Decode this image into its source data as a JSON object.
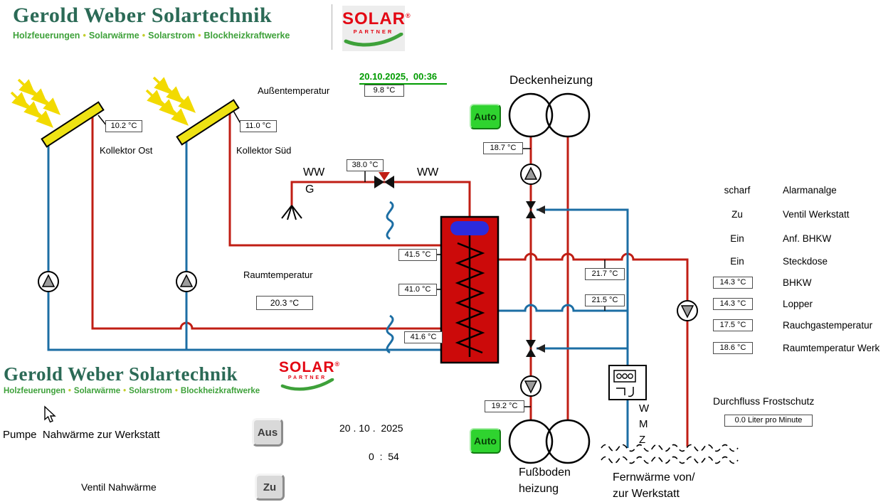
{
  "colors": {
    "pipe-hot": "#c01e14",
    "pipe-cold": "#1c6ea4",
    "tank-fill": "#cc0a0a",
    "tank-top": "#2b2bdd",
    "collector": "#eee214",
    "ray": "#f2da00",
    "auto-green": "#2fd32f",
    "logo-green": "#2b6a56",
    "tagline-green": "#3ea13a",
    "bullet-yellow": "#c2ce2c",
    "solar-red": "#e30613",
    "datetime-green": "#009b00",
    "pump-gray": "#9c9c9c"
  },
  "logo": {
    "title": "Gerold Weber Solartechnik",
    "tagline": [
      "Holzfeuerungen",
      "Solarwärme",
      "Solarstrom",
      "Blockheizkraftwerke"
    ],
    "bullet": "•"
  },
  "solar_logo": {
    "name": "SOLAR",
    "reg": "®",
    "partner": "PARTNER"
  },
  "header": {
    "datetime": "20.10.2025,  00:36"
  },
  "labels": {
    "aussentemperatur": "Außentemperatur",
    "deckenheizung": "Deckenheizung",
    "kollektor_ost": "Kollektor Ost",
    "kollektor_sued": "Kollektor Süd",
    "ww_left": "WW",
    "g": "G",
    "ww_right": "WW",
    "raumtemperatur": "Raumtemperatur",
    "pumpe_nahwaerme": "Pumpe  Nahwärme zur Werkstatt",
    "ventil_nahwaerme": "Ventil Nahwärme",
    "fussboden_1": "Fußboden",
    "fussboden_2": "heizung",
    "fernwaerme_1": "Fernwärme von/",
    "fernwaerme_2": "zur Werkstatt",
    "durchfluss": "Durchfluss Frostschutz",
    "wmz_w": "W",
    "wmz_m": "M",
    "wmz_z": "Z",
    "date_bottom": "20 . 10 .  2025",
    "time_bottom": "0  :  54"
  },
  "temps": {
    "aussen": "9.8 °C",
    "kollektor_ost": "10.2 °C",
    "kollektor_sued": "11.0 °C",
    "ww": "38.0 °C",
    "deckenheizung_vl": "18.7 °C",
    "speicher_oben": "41.5 °C",
    "speicher_mitte": "41.0 °C",
    "speicher_unten": "41.6 °C",
    "raum": "20.3 °C",
    "werkstatt_vl": "21.7 °C",
    "werkstatt_rl": "21.5 °C",
    "fussboden_vl": "19.2 °C",
    "durchfluss": "0.0 Liter pro Minute"
  },
  "status": [
    {
      "value": "scharf",
      "label": "Alarmanalge"
    },
    {
      "value": "Zu",
      "label": "Ventil Werkstatt"
    },
    {
      "value": "Ein",
      "label": "Anf. BHKW"
    },
    {
      "value": "Ein",
      "label": "Steckdose"
    },
    {
      "value": "14.3 °C",
      "label": "BHKW"
    },
    {
      "value": "14.3 °C",
      "label": "Lopper"
    },
    {
      "value": "17.5 °C",
      "label": "Rauchgastemperatur"
    },
    {
      "value": "18.6 °C",
      "label": "Raumtemperatur Werk"
    }
  ],
  "buttons": {
    "auto_deckenheizung": "Auto",
    "auto_fussboden": "Auto",
    "pumpe_nahwaerme": "Aus",
    "ventil_nahwaerme": "Zu"
  }
}
